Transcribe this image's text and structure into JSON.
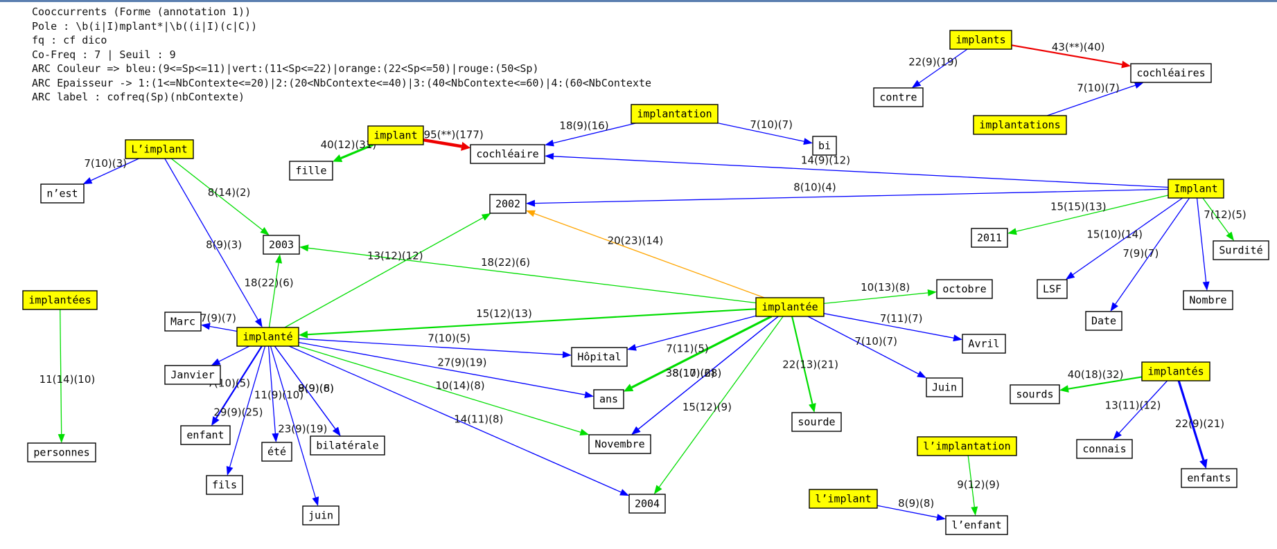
{
  "header": {
    "lines": [
      "Cooccurrents (Forme (annotation 1))",
      "Pole : \\b(i|I)mplant*|\\b((i|I)(c|C))",
      "fq : cf dico",
      "Co-Freq : 7 | Seuil : 9",
      "ARC Couleur => bleu:(9<=Sp<=11)|vert:(11<Sp<=22)|orange:(22<Sp<=50)|rouge:(50<Sp)",
      "ARC Epaisseur -> 1:(1<=NbContexte<=20)|2:(20<NbContexte<=40)|3:(40<NbContexte<=60)|4:(60<NbContexte",
      "ARC label : cofreq(Sp)(nbContexte)"
    ]
  },
  "colors": {
    "bleu": "#0000ff",
    "vert": "#00dd00",
    "orange": "#ffa500",
    "rouge": "#ee0000",
    "pole_fill": "#ffff00",
    "node_fill": "#ffffff"
  },
  "chart_data": {
    "type": "network",
    "nodes": [
      {
        "id": "implant",
        "label": "implant",
        "pole": true
      },
      {
        "id": "cochleaire",
        "label": "cochléaire",
        "pole": false
      },
      {
        "id": "fille",
        "label": "fille",
        "pole": false
      },
      {
        "id": "implantation",
        "label": "implantation",
        "pole": true
      },
      {
        "id": "bi",
        "label": "bi",
        "pole": false
      },
      {
        "id": "implants",
        "label": "implants",
        "pole": true
      },
      {
        "id": "cochleaires",
        "label": "cochléaires",
        "pole": false
      },
      {
        "id": "contre",
        "label": "contre",
        "pole": false
      },
      {
        "id": "implantations",
        "label": "implantations",
        "pole": true
      },
      {
        "id": "Limplant",
        "label": "L’implant",
        "pole": true
      },
      {
        "id": "nest",
        "label": "n’est",
        "pole": false
      },
      {
        "id": "n2003",
        "label": "2003",
        "pole": false
      },
      {
        "id": "n2002",
        "label": "2002",
        "pole": false
      },
      {
        "id": "Implant",
        "label": "Implant",
        "pole": true
      },
      {
        "id": "n2011",
        "label": "2011",
        "pole": false
      },
      {
        "id": "Surdite",
        "label": "Surdité",
        "pole": false
      },
      {
        "id": "LSF",
        "label": "LSF",
        "pole": false
      },
      {
        "id": "Date",
        "label": "Date",
        "pole": false
      },
      {
        "id": "Nombre",
        "label": "Nombre",
        "pole": false
      },
      {
        "id": "implantees",
        "label": "implantées",
        "pole": true
      },
      {
        "id": "personnes",
        "label": "personnes",
        "pole": false
      },
      {
        "id": "Marc",
        "label": "Marc",
        "pole": false
      },
      {
        "id": "implante",
        "label": "implanté",
        "pole": true
      },
      {
        "id": "Janvier",
        "label": "Janvier",
        "pole": false
      },
      {
        "id": "enfant",
        "label": "enfant",
        "pole": false
      },
      {
        "id": "fils",
        "label": "fils",
        "pole": false
      },
      {
        "id": "ete",
        "label": "été",
        "pole": false
      },
      {
        "id": "bilaterale",
        "label": "bilatérale",
        "pole": false
      },
      {
        "id": "juin",
        "label": "juin",
        "pole": false
      },
      {
        "id": "Hopital",
        "label": "Hôpital",
        "pole": false
      },
      {
        "id": "ans",
        "label": "ans",
        "pole": false
      },
      {
        "id": "Novembre",
        "label": "Novembre",
        "pole": false
      },
      {
        "id": "n2004",
        "label": "2004",
        "pole": false
      },
      {
        "id": "implantee",
        "label": "implantée",
        "pole": true
      },
      {
        "id": "octobre",
        "label": "octobre",
        "pole": false
      },
      {
        "id": "Avril",
        "label": "Avril",
        "pole": false
      },
      {
        "id": "Juin",
        "label": "Juin",
        "pole": false
      },
      {
        "id": "sourde",
        "label": "sourde",
        "pole": false
      },
      {
        "id": "implantes",
        "label": "implantés",
        "pole": true
      },
      {
        "id": "sourds",
        "label": "sourds",
        "pole": false
      },
      {
        "id": "connais",
        "label": "connais",
        "pole": false
      },
      {
        "id": "enfants",
        "label": "enfants",
        "pole": false
      },
      {
        "id": "limplantation",
        "label": "l’implantation",
        "pole": true
      },
      {
        "id": "lenfant",
        "label": "l’enfant",
        "pole": false
      },
      {
        "id": "limplant",
        "label": "l’implant",
        "pole": true
      }
    ],
    "edges": [
      {
        "from": "implant",
        "to": "cochleaire",
        "label": "195(**)(177)",
        "color": "rouge",
        "width": 4
      },
      {
        "from": "implant",
        "to": "fille",
        "label": "40(12)(31)",
        "color": "vert",
        "width": 3
      },
      {
        "from": "implantation",
        "to": "cochleaire",
        "label": "18(9)(16)",
        "color": "bleu",
        "width": 1
      },
      {
        "from": "implantation",
        "to": "bi",
        "label": "7(10)(7)",
        "color": "bleu",
        "width": 1
      },
      {
        "from": "implants",
        "to": "cochleaires",
        "label": "43(**)(40)",
        "color": "rouge",
        "width": 2
      },
      {
        "from": "implants",
        "to": "contre",
        "label": "22(9)(19)",
        "color": "bleu",
        "width": 1
      },
      {
        "from": "implantations",
        "to": "cochleaires",
        "label": "7(10)(7)",
        "color": "bleu",
        "width": 1
      },
      {
        "from": "Implant",
        "to": "cochleaire",
        "label": "14(9)(12)",
        "color": "bleu",
        "width": 1
      },
      {
        "from": "Implant",
        "to": "n2002",
        "label": "8(10)(4)",
        "color": "bleu",
        "width": 1
      },
      {
        "from": "Implant",
        "to": "n2011",
        "label": "15(15)(13)",
        "color": "vert",
        "width": 1
      },
      {
        "from": "Implant",
        "to": "Surdite",
        "label": "7(12)(5)",
        "color": "vert",
        "width": 1
      },
      {
        "from": "Implant",
        "to": "LSF",
        "label": "15(10)(14)",
        "color": "bleu",
        "width": 1
      },
      {
        "from": "Implant",
        "to": "Date",
        "label": "7(9)(7)",
        "color": "bleu",
        "width": 1
      },
      {
        "from": "Implant",
        "to": "Nombre",
        "label": "",
        "color": "bleu",
        "width": 1
      },
      {
        "from": "Limplant",
        "to": "nest",
        "label": "7(10)(3)",
        "color": "bleu",
        "width": 1
      },
      {
        "from": "Limplant",
        "to": "n2003",
        "label": "8(14)(2)",
        "color": "vert",
        "width": 1
      },
      {
        "from": "Limplant",
        "to": "implante",
        "label": "8(9)(3)",
        "color": "bleu",
        "width": 1
      },
      {
        "from": "implantees",
        "to": "personnes",
        "label": "11(14)(10)",
        "color": "vert",
        "width": 1
      },
      {
        "from": "implante",
        "to": "n2003",
        "label": "18(22)(6)",
        "color": "vert",
        "width": 1
      },
      {
        "from": "implante",
        "to": "n2002",
        "label": "13(12)(12)",
        "color": "vert",
        "width": 1
      },
      {
        "from": "implante",
        "to": "Marc",
        "label": "7(9)(7)",
        "color": "bleu",
        "width": 1
      },
      {
        "from": "implante",
        "to": "Janvier",
        "label": "",
        "color": "bleu",
        "width": 1
      },
      {
        "from": "implante",
        "to": "enfant",
        "label": "7(10)(5)",
        "color": "bleu",
        "width": 2
      },
      {
        "from": "implante",
        "to": "fils",
        "label": "29(9)(25)",
        "color": "bleu",
        "width": 1
      },
      {
        "from": "implante",
        "to": "ete",
        "label": "11(9)(10)",
        "color": "bleu",
        "width": 1
      },
      {
        "from": "implante",
        "to": "juin",
        "label": "23(9)(19)",
        "color": "bleu",
        "width": 1
      },
      {
        "from": "implante",
        "to": "bilaterale",
        "label": "8(9)(6)",
        "color": "bleu",
        "width": 1
      },
      {
        "from": "implante",
        "to": "Hopital",
        "label": "7(10)(5)",
        "color": "bleu",
        "width": 1
      },
      {
        "from": "implante",
        "to": "ans",
        "label": "27(9)(19)",
        "color": "bleu",
        "width": 1
      },
      {
        "from": "implante",
        "to": "Novembre",
        "label": "10(14)(8)",
        "color": "vert",
        "width": 1
      },
      {
        "from": "implante",
        "to": "n2004",
        "label": "14(11)(8)",
        "color": "bleu",
        "width": 1
      },
      {
        "from": "implante",
        "to": "bilaterale",
        "label": "9(9)(8)",
        "color": "bleu",
        "width": 1
      },
      {
        "from": "implantee",
        "to": "implante",
        "label": "15(12)(13)",
        "color": "vert",
        "width": 2
      },
      {
        "from": "implantee",
        "to": "n2003",
        "label": "18(22)(6)",
        "color": "vert",
        "width": 1
      },
      {
        "from": "implantee",
        "to": "n2002",
        "label": "20(23)(14)",
        "color": "orange",
        "width": 1
      },
      {
        "from": "implantee",
        "to": "octobre",
        "label": "10(13)(8)",
        "color": "vert",
        "width": 1
      },
      {
        "from": "implantee",
        "to": "Avril",
        "label": "7(11)(7)",
        "color": "bleu",
        "width": 1
      },
      {
        "from": "implantee",
        "to": "Juin",
        "label": "7(10)(7)",
        "color": "bleu",
        "width": 1
      },
      {
        "from": "implantee",
        "to": "sourde",
        "label": "22(13)(21)",
        "color": "vert",
        "width": 2
      },
      {
        "from": "implantee",
        "to": "Hopital",
        "label": "",
        "color": "bleu",
        "width": 1
      },
      {
        "from": "implantee",
        "to": "ans",
        "label": "7(11)(5)",
        "color": "vert",
        "width": 3
      },
      {
        "from": "implantee",
        "to": "Novembre",
        "label": "38(17)(28)",
        "color": "bleu",
        "width": 1
      },
      {
        "from": "implantee",
        "to": "n2004",
        "label": "15(12)(9)",
        "color": "vert",
        "width": 1
      },
      {
        "from": "implantee",
        "to": "Novembre",
        "label": "8(10)(6)",
        "color": "bleu",
        "width": 1
      },
      {
        "from": "implantes",
        "to": "sourds",
        "label": "40(18)(32)",
        "color": "vert",
        "width": 2
      },
      {
        "from": "implantes",
        "to": "connais",
        "label": "13(11)(12)",
        "color": "bleu",
        "width": 1
      },
      {
        "from": "implantes",
        "to": "enfants",
        "label": "22(9)(21)",
        "color": "bleu",
        "width": 3
      },
      {
        "from": "limplantation",
        "to": "lenfant",
        "label": "9(12)(9)",
        "color": "vert",
        "width": 1
      },
      {
        "from": "limplant",
        "to": "lenfant",
        "label": "8(9)(8)",
        "color": "bleu",
        "width": 1
      }
    ]
  }
}
